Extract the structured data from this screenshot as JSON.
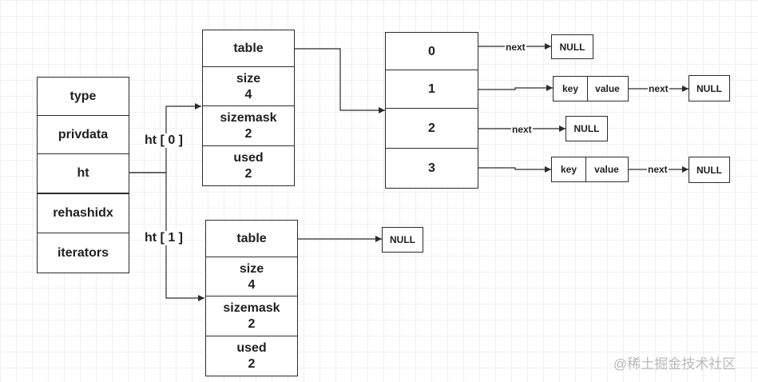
{
  "dict": {
    "fields": [
      "type",
      "privdata",
      "ht",
      "rehashidx",
      "iterators"
    ]
  },
  "ht_labels": [
    "ht [ 0 ]",
    "ht [ 1 ]"
  ],
  "ht0": {
    "fields": [
      "table",
      "size",
      "4",
      "sizemask",
      "2",
      "used",
      "2"
    ]
  },
  "ht1": {
    "fields": [
      "table",
      "size",
      "4",
      "sizemask",
      "2",
      "used",
      "2"
    ]
  },
  "table0": {
    "slots": [
      "0",
      "1",
      "2",
      "3"
    ]
  },
  "entries": {
    "key": "key",
    "value": "value",
    "next": "next",
    "null": "NULL"
  },
  "watermark": "@稀土掘金技术社区",
  "colors": {
    "line": "#2b2b2b",
    "grid": "#efefef",
    "background": "#ffffff"
  }
}
